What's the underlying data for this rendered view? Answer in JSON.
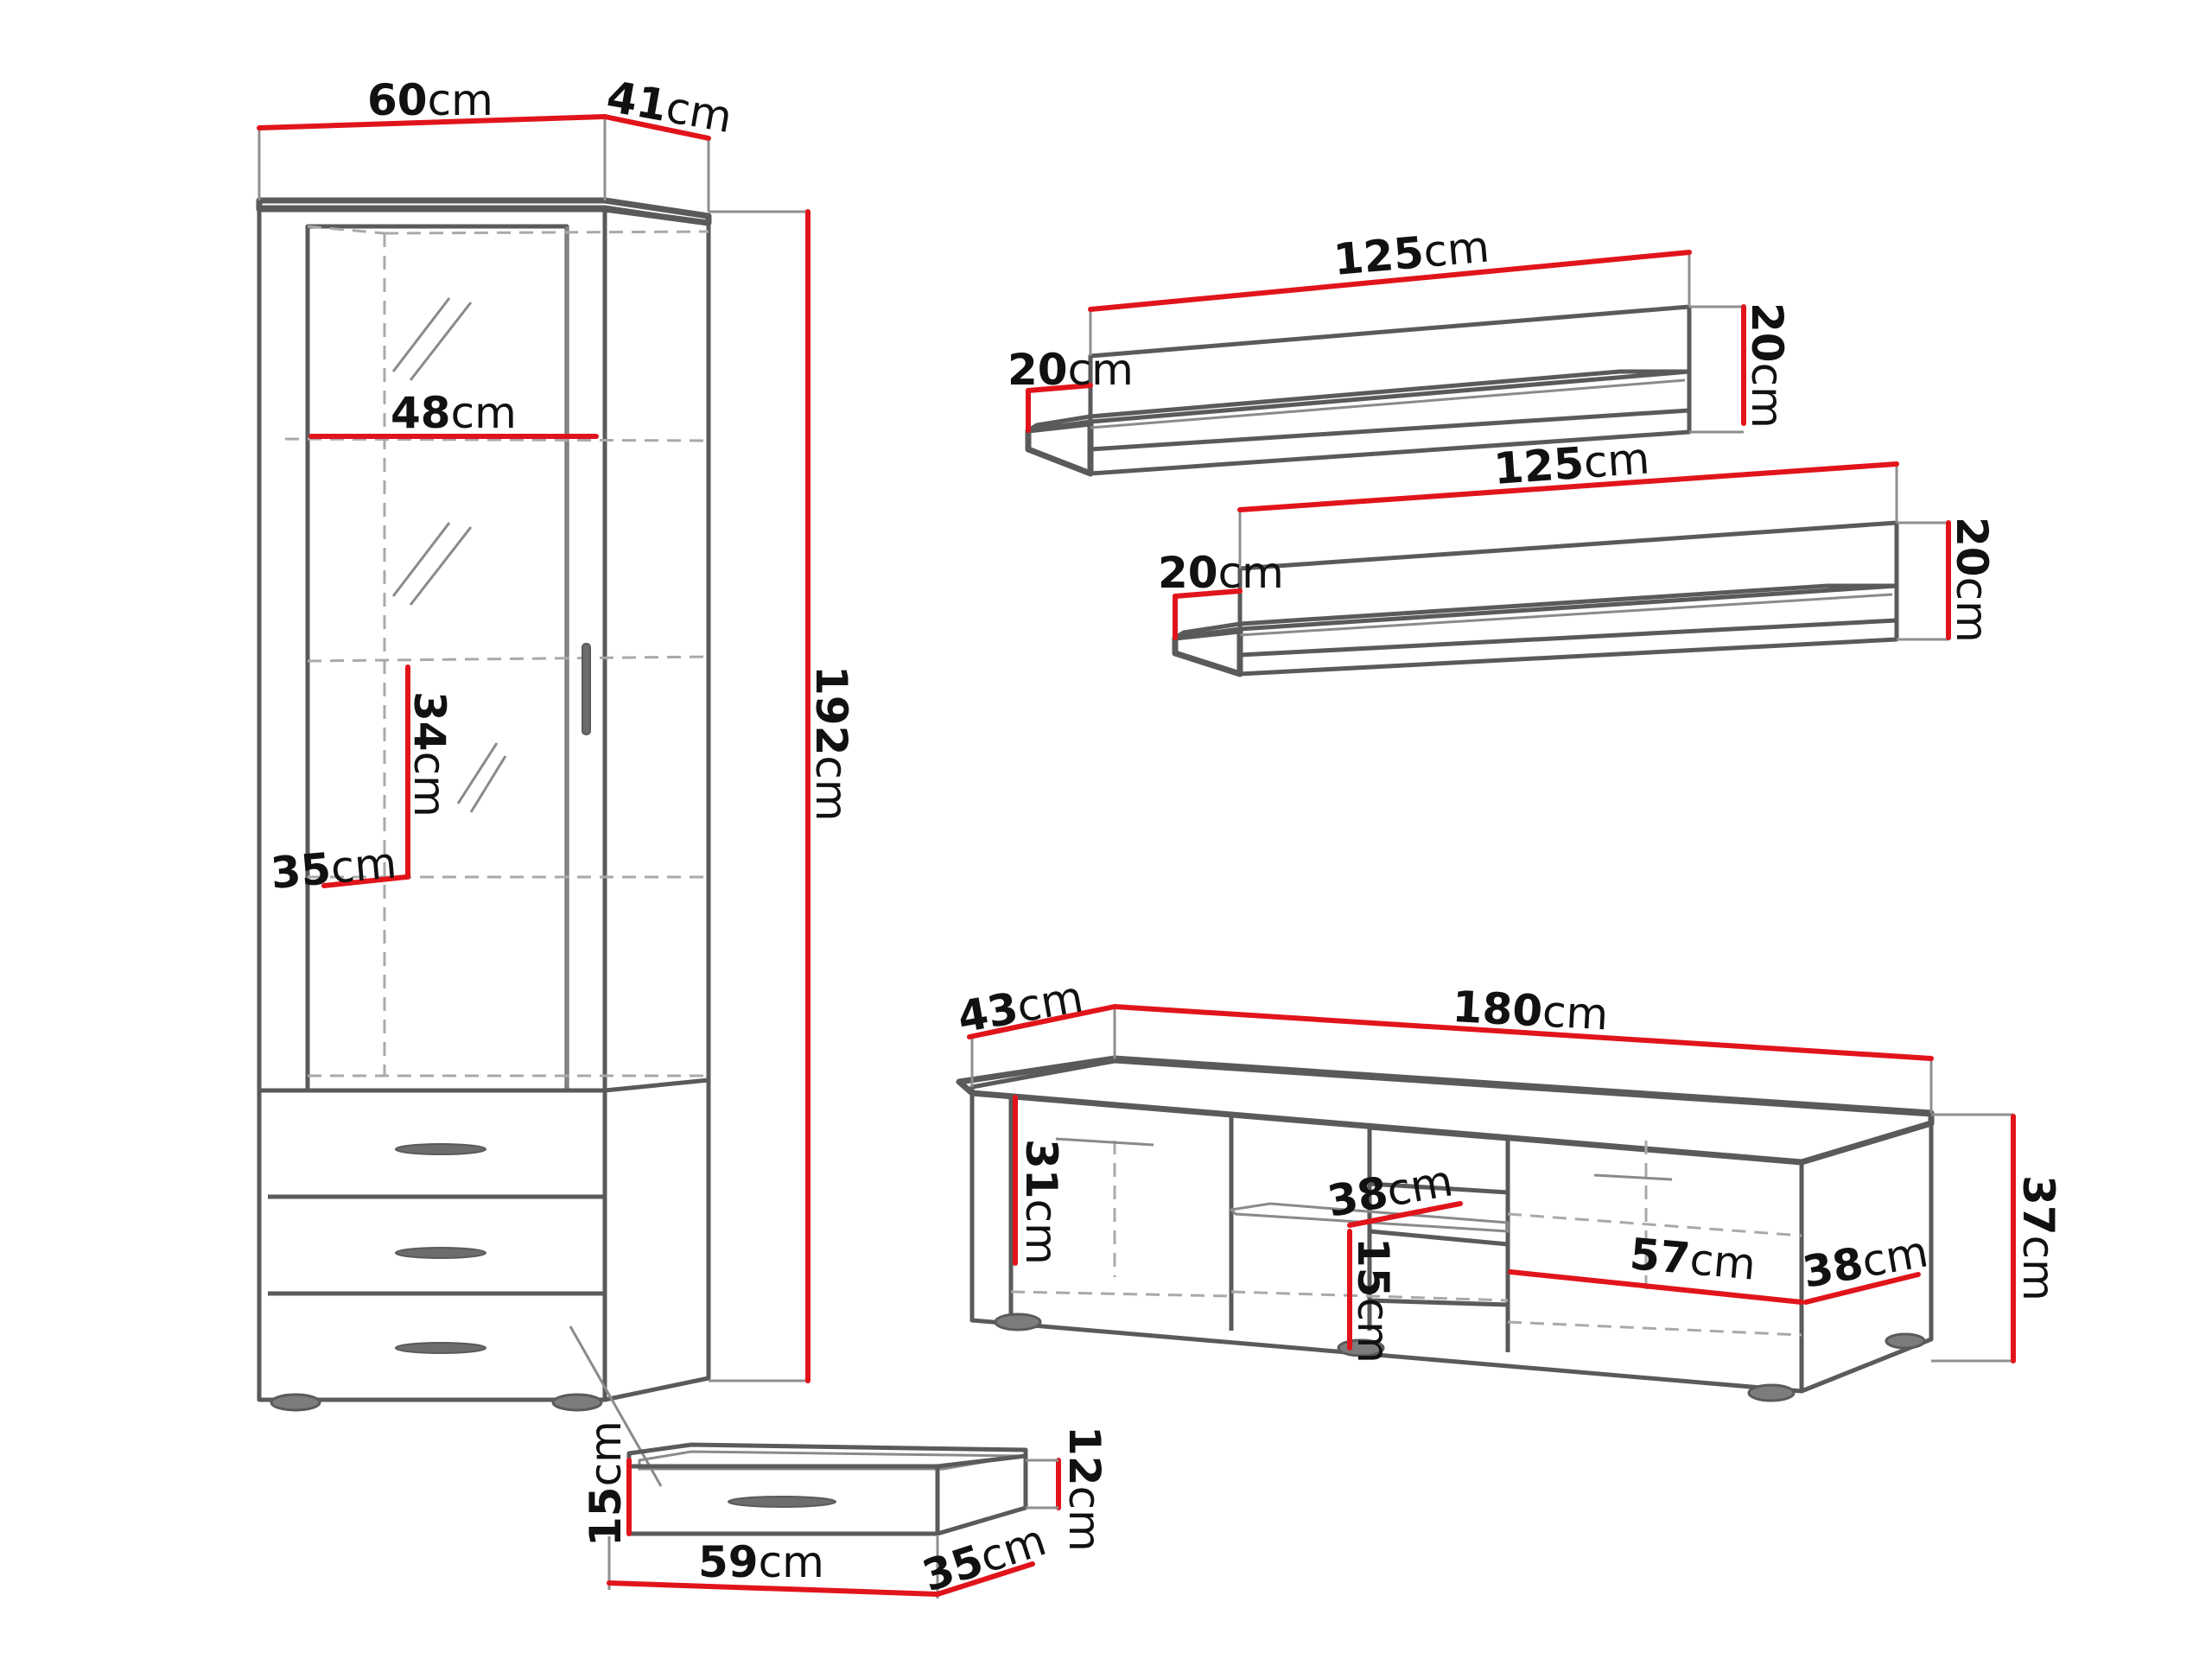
{
  "colors": {
    "outline": "#5a5a5a",
    "dimension_line": "#e1141b",
    "text": "#111111",
    "background": "#ffffff"
  },
  "unit": "cm",
  "dimensions": {
    "cabinet_width": "60",
    "cabinet_depth": "41",
    "cabinet_height": "192",
    "shelf_inner_width": "48",
    "glass_section_height": "34",
    "inner_depth": "35",
    "shelf1_length": "125",
    "shelf1_height": "20",
    "shelf1_depth": "20",
    "shelf2_length": "125",
    "shelf2_height": "20",
    "shelf2_depth": "20",
    "tv_width": "180",
    "tv_depth": "43",
    "tv_height": "37",
    "tv_inner_height": "31",
    "tv_niche_depth": "38",
    "tv_niche_height": "15",
    "tv_inner_width": "57",
    "tv_inner_depth": "38",
    "drawer_width": "59",
    "drawer_depth": "35",
    "drawer_height": "15",
    "drawer_inner_height": "12"
  }
}
